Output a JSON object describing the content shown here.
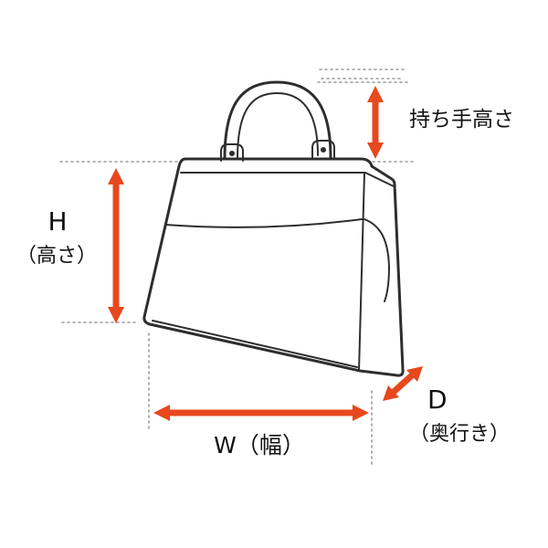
{
  "illustration": "handbag-line-drawing",
  "labels": {
    "handle_height": "持ち手高さ",
    "height_symbol": "H",
    "height_name": "（高さ）",
    "width": "W（幅）",
    "depth_symbol": "D",
    "depth_name": "（奥行き）"
  },
  "colors": {
    "arrow": "#e8481e",
    "line": "#2e2e2e",
    "guide": "#9a9a9a",
    "text": "#111111"
  }
}
